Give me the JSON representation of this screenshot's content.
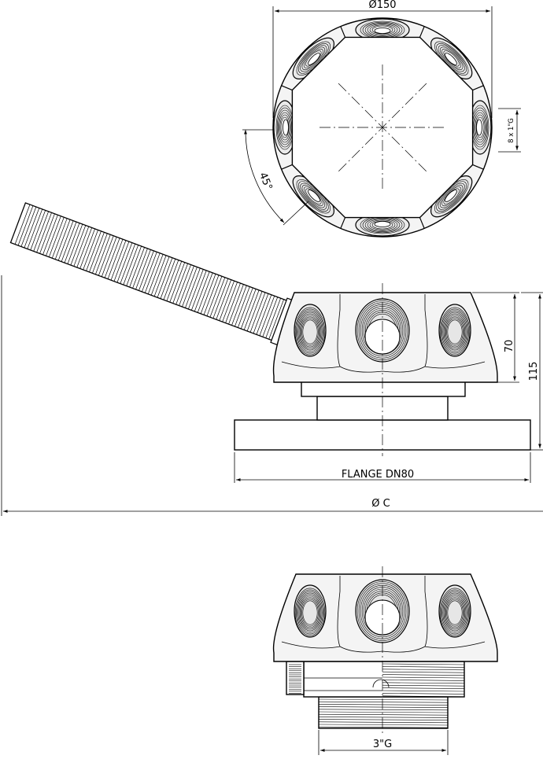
{
  "dimensions": {
    "top_diameter": "Ø150",
    "angle": "45°",
    "outlets": "8 x 1\"G",
    "height_body": "70",
    "height_total": "115",
    "flange": "FLANGE DN80",
    "diameter_c": "Ø C",
    "thread": "3\"G"
  }
}
